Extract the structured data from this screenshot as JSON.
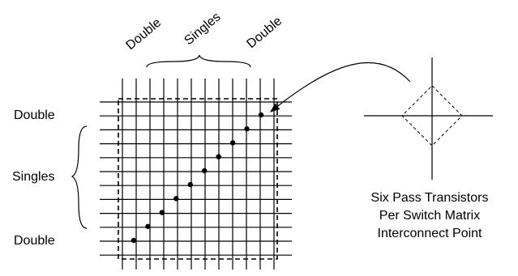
{
  "colors": {
    "line": "#000000",
    "background": "#ffffff"
  },
  "top_labels": {
    "left": "Double",
    "middle": "Singles",
    "right": "Double"
  },
  "left_labels": {
    "top": "Double",
    "middle": "Singles",
    "bottom": "Double"
  },
  "caption": {
    "line1": "Six Pass Transistors",
    "line2": "Per Switch Matrix",
    "line3": "Interconnect Point"
  },
  "switch_matrix": {
    "vertical_lines": 12,
    "horizontal_lines": 12,
    "diagonal_dots": 10
  }
}
